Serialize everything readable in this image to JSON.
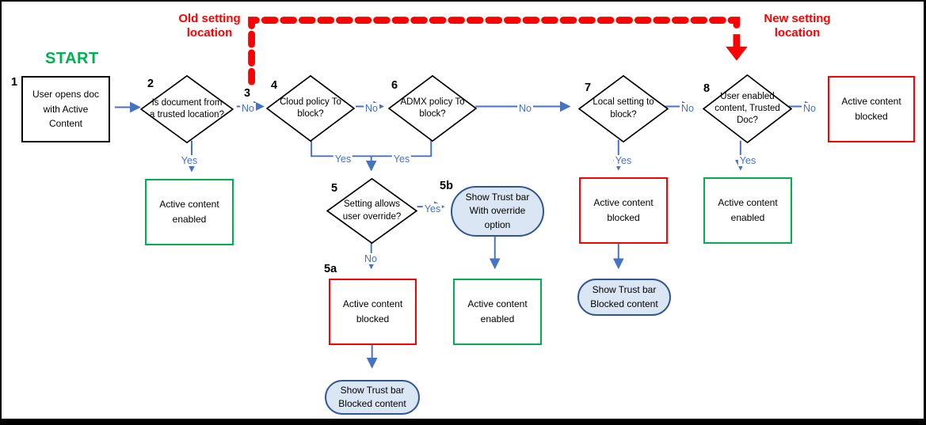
{
  "colors": {
    "connector_blue": "#4472C4",
    "alert_red": "#FF0000",
    "success_green": "#00B050",
    "stadium_fill": "#DAE6F4",
    "stadium_border": "#2F5597",
    "shape_border_black": "#000000"
  },
  "labels": {
    "start": "START",
    "old_setting_line1": "Old setting",
    "old_setting_line2": "location",
    "new_setting_line1": "New setting",
    "new_setting_line2": "location",
    "yes": "Yes",
    "no": "No"
  },
  "nodes": {
    "step1": {
      "num": "1",
      "text": "User opens doc with Active Content"
    },
    "step2": {
      "num": "2",
      "text": "Is document from a trusted location?"
    },
    "step2_yes": {
      "text": "Active content enabled"
    },
    "step3": {
      "num": "3"
    },
    "step4": {
      "num": "4",
      "text": "Cloud policy To block?"
    },
    "step5": {
      "num": "5",
      "text": "Setting allows user override?"
    },
    "step5a": {
      "num": "5a",
      "text": "Active content blocked"
    },
    "step5a_trustbar": {
      "text": "Show Trust bar Blocked content"
    },
    "step5b": {
      "num": "5b",
      "text": "Show Trust bar With override option"
    },
    "step5b_result": {
      "text": "Active content enabled"
    },
    "step6": {
      "num": "6",
      "text": "ADMX policy To block?"
    },
    "step7": {
      "num": "7",
      "text": "Local setting to block?"
    },
    "step7_yes": {
      "text": "Active content blocked"
    },
    "step7_trustbar": {
      "text": "Show Trust bar Blocked content"
    },
    "step8": {
      "num": "8",
      "text": "User enabled content, Trusted Doc?"
    },
    "step8_yes": {
      "text": "Active content enabled"
    },
    "step8_no": {
      "text": "Active content blocked"
    }
  }
}
